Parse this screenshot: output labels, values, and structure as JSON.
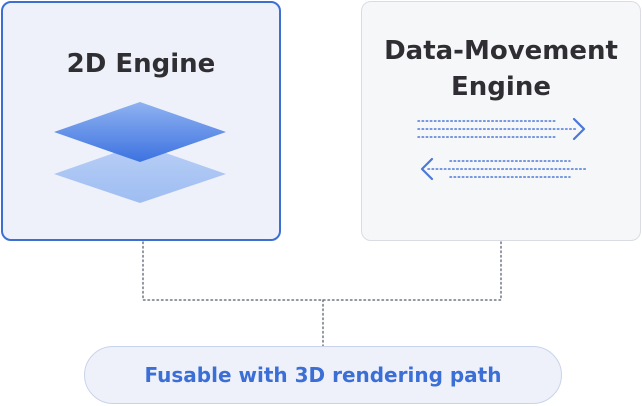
{
  "diagram": {
    "left_card": {
      "title": "2D Engine",
      "icon": "stacked-layers-icon"
    },
    "right_card": {
      "title_line1": "Data-Movement",
      "title_line2": "Engine",
      "icon": "bidirectional-arrows-icon"
    },
    "bottom_pill": {
      "label": "Fusable with 3D rendering path"
    },
    "colors": {
      "accent_blue": "#3d6fd3",
      "pill_text_blue": "#3b6fd6",
      "card_left_bg": "#eef1fa",
      "card_right_bg": "#f6f7f9",
      "title_text": "#2f2f33"
    }
  }
}
